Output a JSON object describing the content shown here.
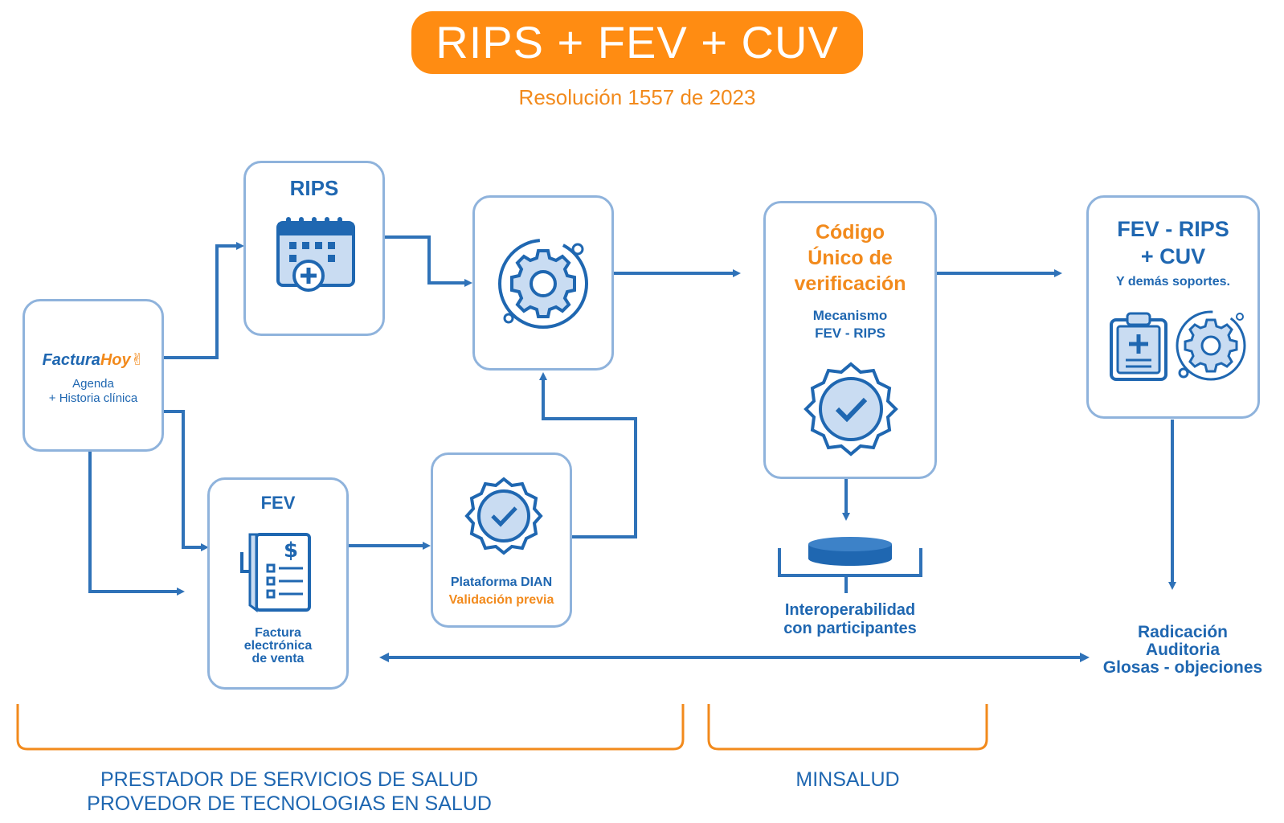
{
  "header": {
    "title": "RIPS + FEV + CUV",
    "subtitle": "Resolución 1557 de 2023"
  },
  "nodes": {
    "facturahoy": {
      "brand_a": "Factura",
      "brand_b": "Hoy",
      "line1": "Agenda",
      "line2": "+ Historia clínica"
    },
    "rips": {
      "title": "RIPS"
    },
    "fev": {
      "title": "FEV",
      "line1": "Factura",
      "line2": "electrónica",
      "line3": "de venta"
    },
    "dian": {
      "line1": "Plataforma DIAN",
      "line2": "Validación previa"
    },
    "cuv": {
      "line1": "Código",
      "line2": "Único de",
      "line3": "verificación",
      "sub1": "Mecanismo",
      "sub2": "FEV - RIPS"
    },
    "final": {
      "line1": "FEV - RIPS",
      "line2": "+ CUV",
      "line3": "Y demás soportes."
    }
  },
  "interop": {
    "line1": "Interoperabilidad",
    "line2": "con participantes"
  },
  "radicacion": {
    "line1": "Radicación",
    "line2": "Auditoria",
    "line3": "Glosas - objeciones"
  },
  "groups": {
    "prestador_line1": "PRESTADOR DE SERVICIOS DE SALUD",
    "prestador_line2": "PROVEDOR DE TECNOLOGIAS EN SALUD",
    "minsalud": "MINSALUD"
  },
  "colors": {
    "accent_orange": "#ff8c12",
    "primary_blue": "#1f67b1",
    "light_blue": "#8fb3dc",
    "fill_blue": "#c9dcf2"
  }
}
